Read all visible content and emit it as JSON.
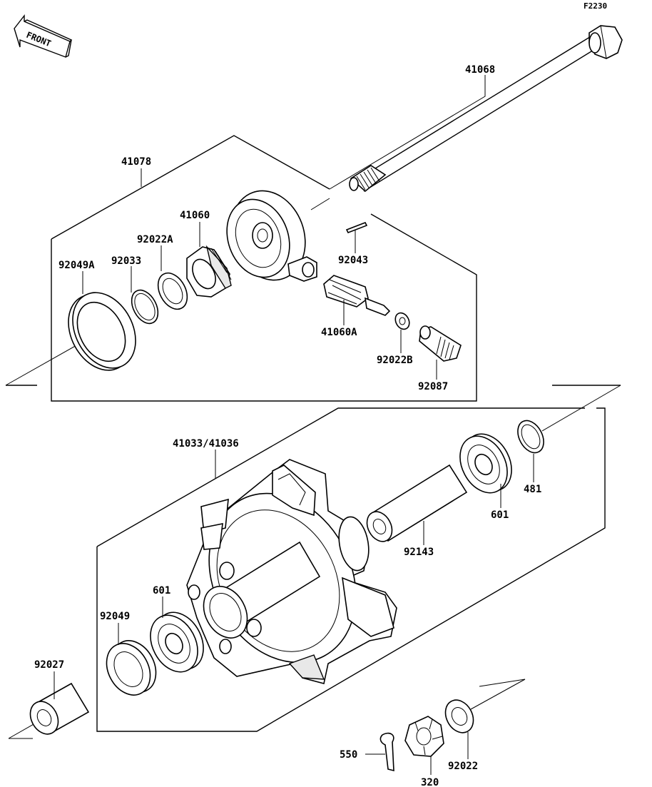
{
  "diagram_code": "F2230",
  "front_marker": "FRONT",
  "labels": {
    "p41068": "41068",
    "p41078": "41078",
    "p41060": "41060",
    "p92022A": "92022A",
    "p92049A": "92049A",
    "p92033": "92033",
    "p92043": "92043",
    "p41060A": "41060A",
    "p92022B": "92022B",
    "p92087": "92087",
    "p41033": "41033/41036",
    "p481": "481",
    "p601a": "601",
    "p92143": "92143",
    "p601b": "601",
    "p92049": "92049",
    "p92027": "92027",
    "p550": "550",
    "p320": "320",
    "p92022": "92022"
  }
}
